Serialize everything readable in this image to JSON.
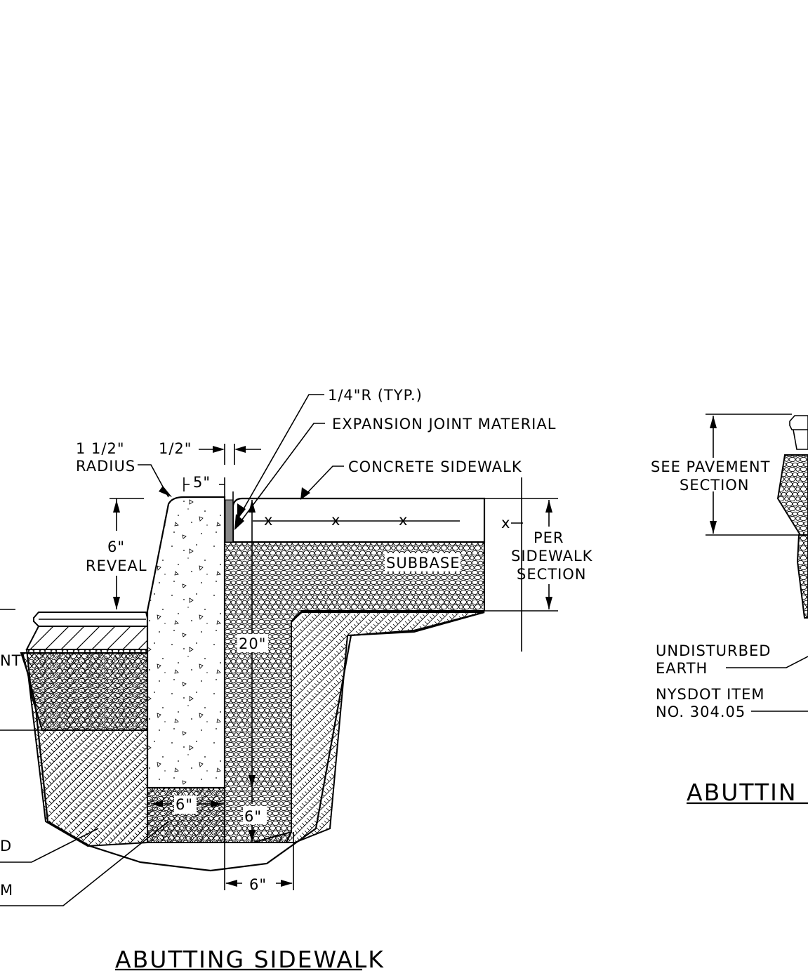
{
  "left_detail": {
    "labels": {
      "radius_15_a": "1 1/2\"",
      "radius_15_b": "RADIUS",
      "half_inch": "1/2\"",
      "five_inch": "5\"",
      "quarter_r": "1/4\"R (TYP.)",
      "expansion_joint": "EXPANSION JOINT MATERIAL",
      "concrete_sidewalk": "CONCRETE SIDEWALK",
      "reveal_a": "6\"",
      "reveal_b": "REVEAL",
      "per_a": "PER",
      "per_b": "SIDEWALK",
      "per_c": "SECTION",
      "subbase": "SUBBASE",
      "twenty": "20\"",
      "six_a": "6\"",
      "six_b": "6\"",
      "six_c": "6\"",
      "cut_nt": "NT",
      "cut_d": "D",
      "cut_m": "M",
      "x_mark": "x"
    },
    "title": "ABUTTING SIDEWALK"
  },
  "right_detail": {
    "labels": {
      "see_pavement_a": "SEE PAVEMENT",
      "see_pavement_b": "SECTION",
      "undisturbed_a": "UNDISTURBED",
      "undisturbed_b": "EARTH",
      "nysdot_a": "NYSDOT ITEM",
      "nysdot_b": "NO. 304.05"
    },
    "title": "ABUTTIN"
  }
}
